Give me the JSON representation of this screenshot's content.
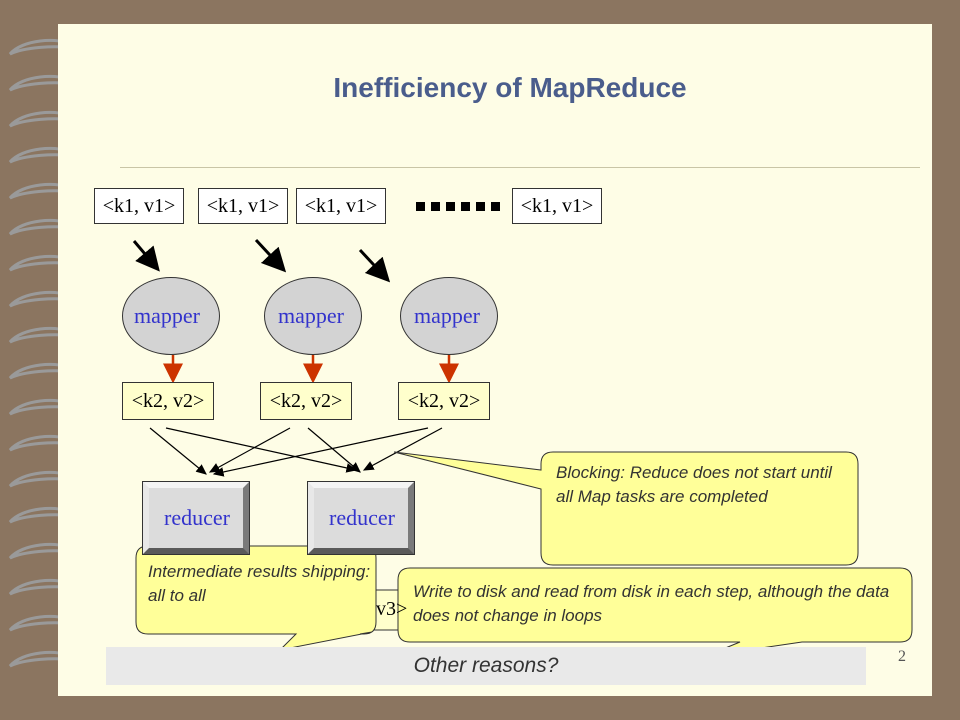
{
  "slide": {
    "title": "Inefficiency of MapReduce",
    "page_number": "2",
    "bottom_text": "Other reasons?"
  },
  "inputs": [
    "<k1, v1>",
    "<k1, v1>",
    "<k1, v1>",
    "<k1, v1>"
  ],
  "mappers": [
    "mapper",
    "mapper",
    "mapper"
  ],
  "intermediates": [
    "<k2, v2>",
    "<k2, v2>",
    "<k2, v2>"
  ],
  "reducers": [
    "reducer",
    "reducer"
  ],
  "output_fragment": "v3>",
  "callouts": {
    "blocking": "Blocking: Reduce does not start until all Map tasks are completed",
    "shipping": "Intermediate results shipping: all to all",
    "disk": "Write to disk and read from disk in each step, although the data does not change in loops"
  },
  "colors": {
    "background": "#8b7560",
    "slide": "#fefde6",
    "title": "#4a5d8c",
    "label_blue": "#3333cc",
    "callout_fill": "#ffff99",
    "arrow_red": "#cc3300"
  }
}
